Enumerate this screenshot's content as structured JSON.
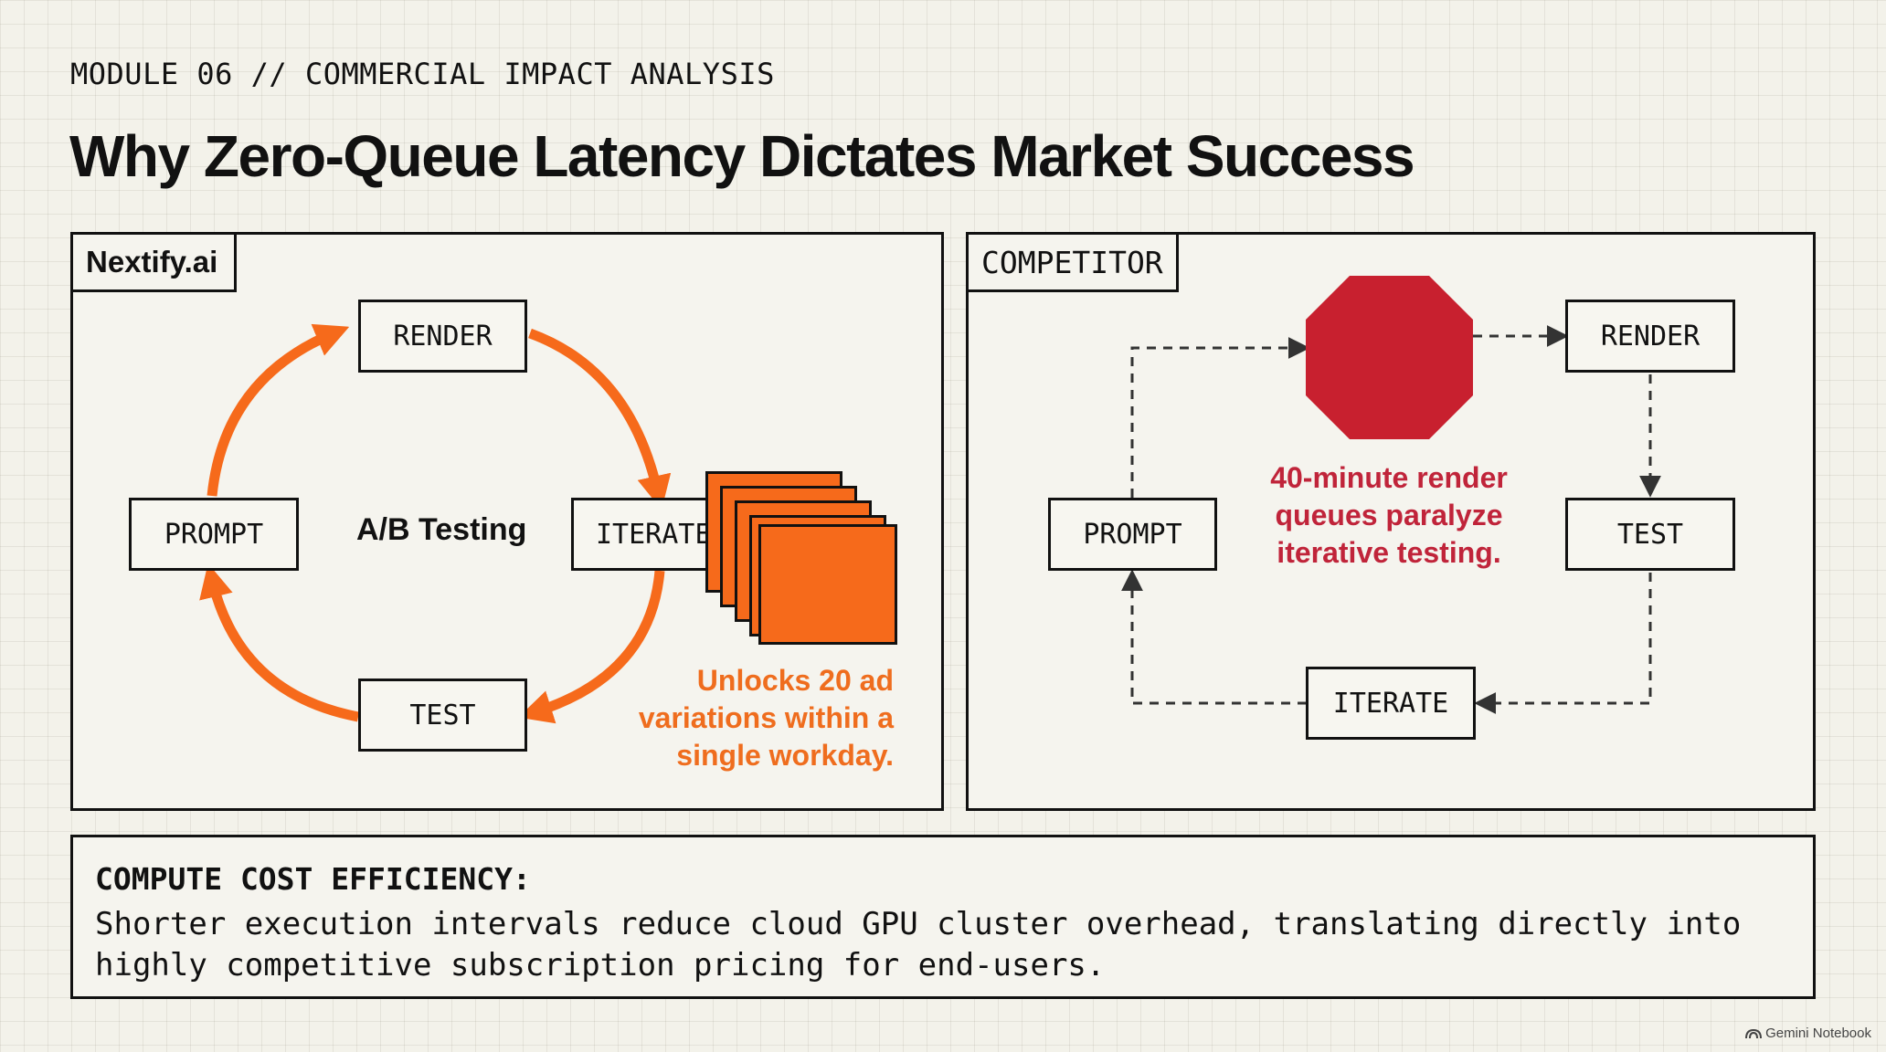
{
  "header": {
    "eyebrow": "MODULE 06 // COMMERCIAL IMPACT ANALYSIS",
    "title": "Why Zero-Queue Latency Dictates Market Success"
  },
  "left_panel": {
    "tag": "Nextify.ai",
    "center_label": "A/B Testing",
    "nodes": {
      "render": "RENDER",
      "prompt": "PROMPT",
      "iterate": "ITERATE",
      "test": "TEST"
    },
    "note": [
      "Unlocks 20 ad",
      "variations within a",
      "single workday."
    ],
    "accent_color": "#f66a1b"
  },
  "right_panel": {
    "tag": "COMPETITOR",
    "nodes": {
      "render": "RENDER",
      "prompt": "PROMPT",
      "test": "TEST",
      "iterate": "ITERATE"
    },
    "note": [
      "40-minute render",
      "queues paralyze",
      "iterative testing."
    ],
    "stop_color": "#c8202f",
    "stop_icon": "stop-octagon-icon"
  },
  "footer": {
    "heading": "COMPUTE COST EFFICIENCY:",
    "body": [
      "Shorter execution intervals reduce cloud GPU cluster overhead, translating directly into",
      "highly competitive subscription pricing for end-users."
    ]
  },
  "watermark": {
    "icon": "notebook-icon",
    "text": "Gemini Notebook"
  }
}
